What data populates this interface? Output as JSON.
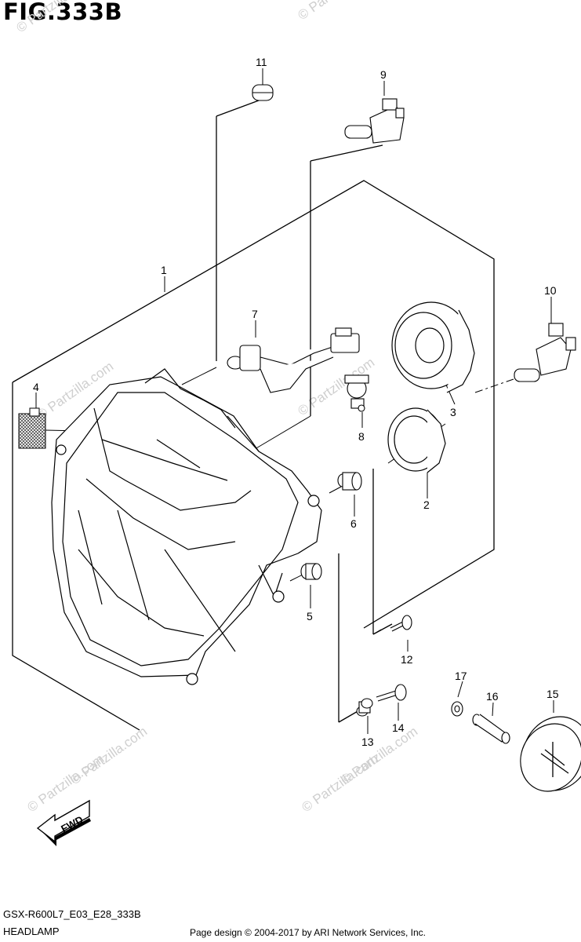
{
  "figure": {
    "title": "FIG.333B",
    "model_code": "GSX-R600L7_E03_E28_333B",
    "section_name": "HEADLAMP",
    "copyright": "Page design © 2004-2017 by ARI Network Services, Inc."
  },
  "watermarks": [
    "© Partzilla.com",
    "© Partzilla.com",
    "© Partzilla.com",
    "© Partzilla.com",
    "© Partzilla.com",
    "© Partzilla.com",
    "© Partzilla.com",
    "© Partzilla.com"
  ],
  "callouts": {
    "p1": "1",
    "p2": "2",
    "p3": "3",
    "p4": "4",
    "p5": "5",
    "p6": "6",
    "p7": "7",
    "p8": "8",
    "p9": "9",
    "p10": "10",
    "p11": "11",
    "p12": "12",
    "p13": "13",
    "p14": "14",
    "p15": "15",
    "p16": "16",
    "p17": "17"
  },
  "fwd_label": "FWD"
}
